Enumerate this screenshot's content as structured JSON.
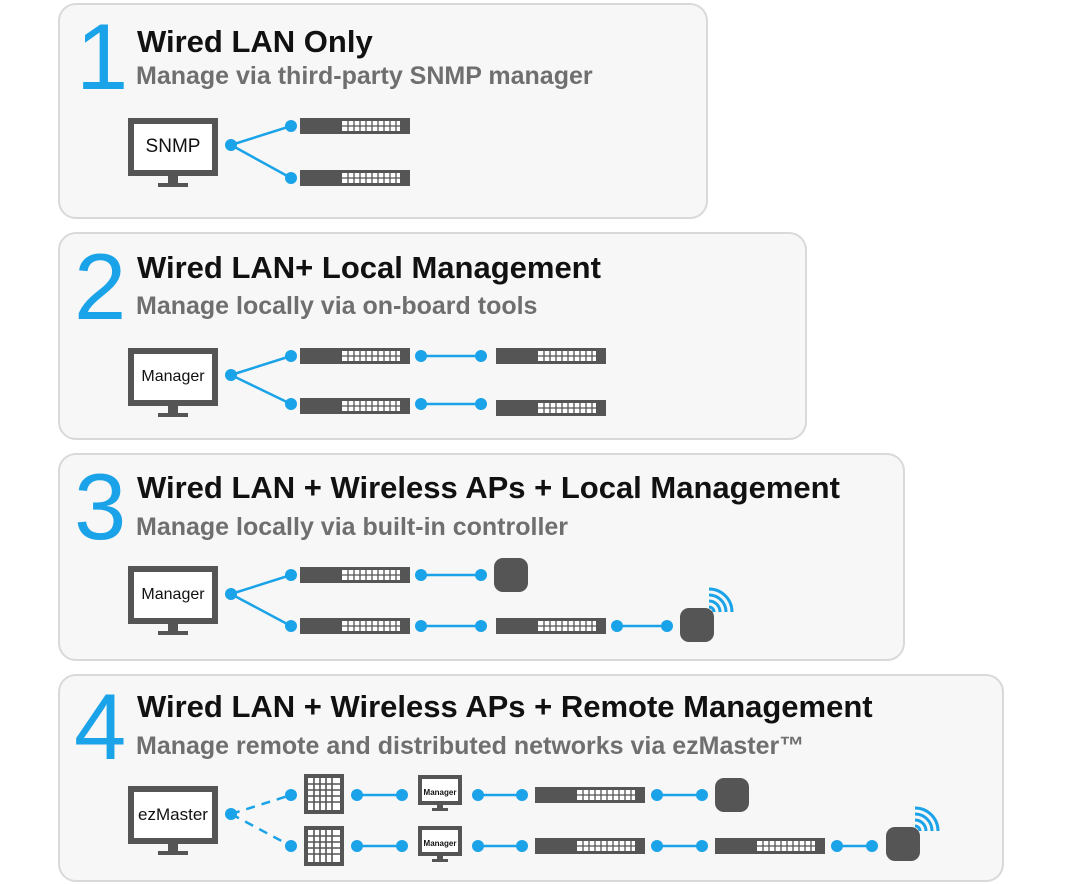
{
  "colors": {
    "accent": "#1aa3e8",
    "device": "#555555",
    "card_bg": "#f7f7f7",
    "card_border": "#d9d9d9"
  },
  "sections": [
    {
      "number": "1",
      "title": "Wired LAN Only",
      "subtitle": "Manage via third-party SNMP manager",
      "manager_label": "SNMP"
    },
    {
      "number": "2",
      "title": "Wired LAN+ Local Management",
      "subtitle": "Manage locally via on-board tools",
      "manager_label": "Manager"
    },
    {
      "number": "3",
      "title": "Wired LAN + Wireless APs + Local Management",
      "subtitle": "Manage locally via built-in controller",
      "manager_label": "Manager"
    },
    {
      "number": "4",
      "title": "Wired LAN + Wireless APs + Remote Management",
      "subtitle": "Manage remote and distributed networks via ezMaster™",
      "manager_label": "ezMaster",
      "site_manager_label": "Manager"
    }
  ]
}
